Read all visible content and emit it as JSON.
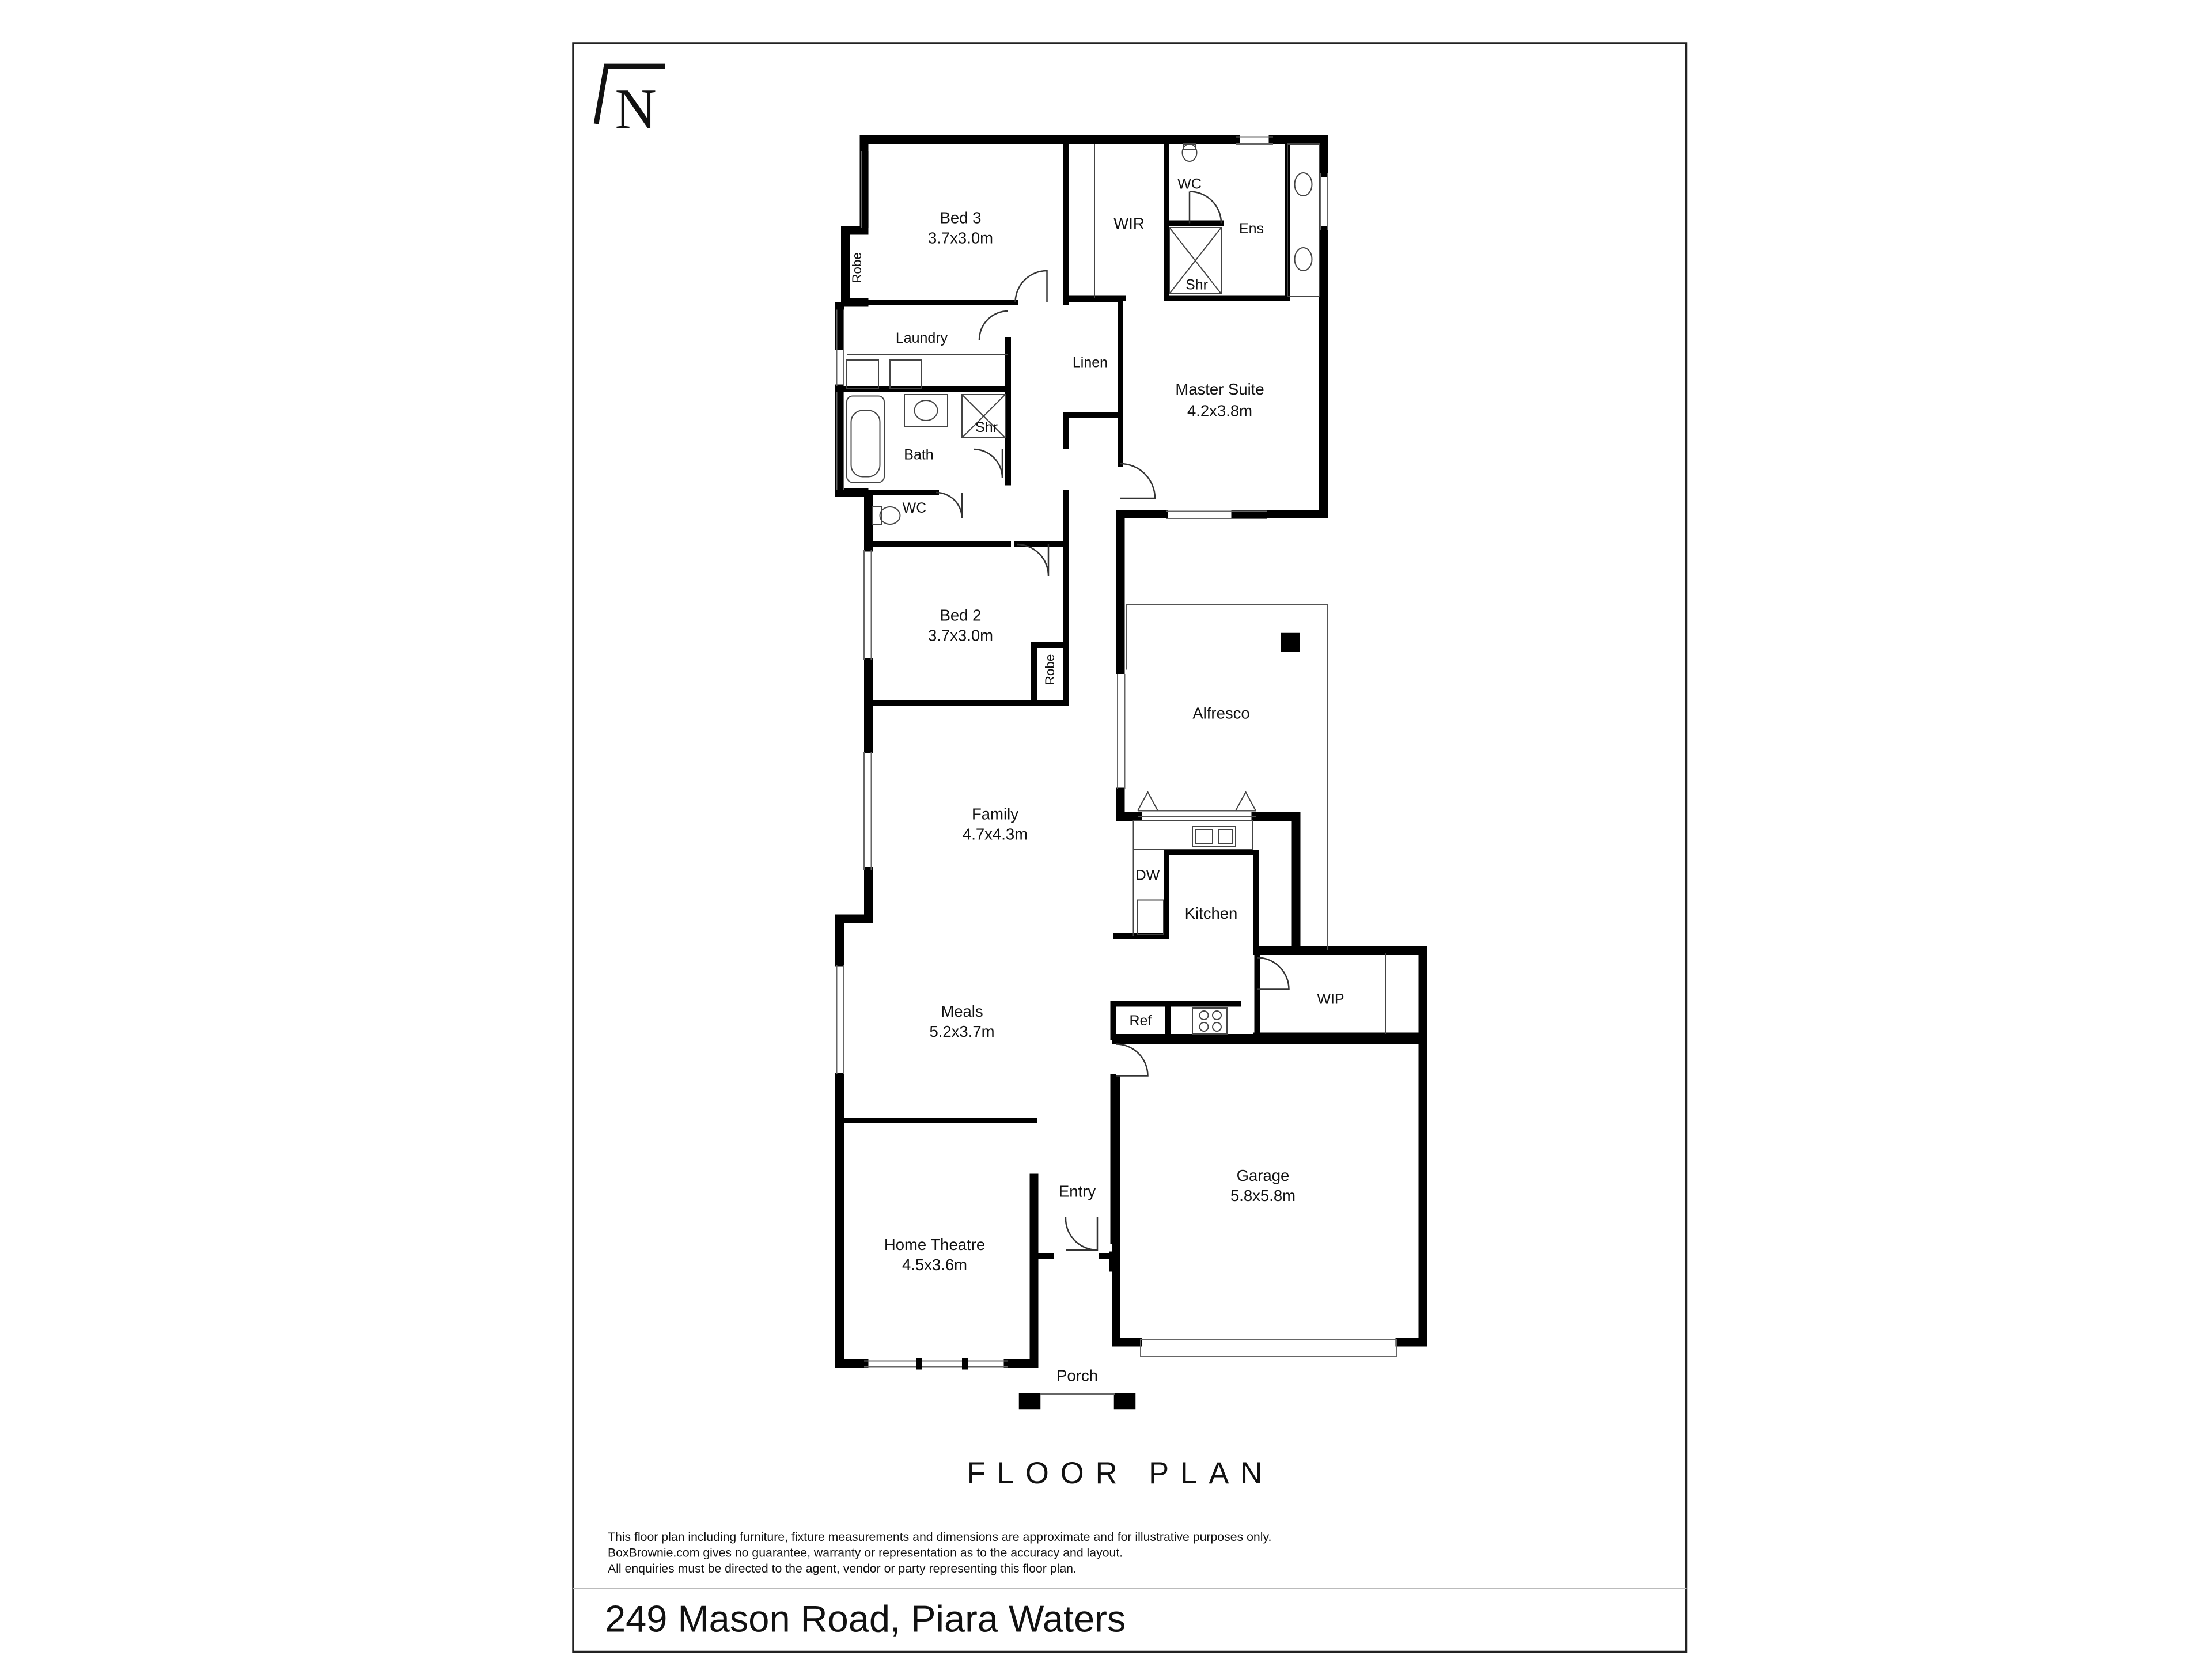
{
  "north_label": "N",
  "rooms": {
    "bed3": {
      "name": "Bed 3",
      "dim": "3.7x3.0m"
    },
    "wir": {
      "name": "WIR"
    },
    "wc_ens": {
      "name": "WC"
    },
    "ens": {
      "name": "Ens"
    },
    "shr_ens": {
      "name": "Shr"
    },
    "robe_bed3": {
      "name": "Robe"
    },
    "laundry": {
      "name": "Laundry"
    },
    "linen": {
      "name": "Linen"
    },
    "master": {
      "name": "Master Suite",
      "dim": "4.2x3.8m"
    },
    "shr_bath": {
      "name": "Shr"
    },
    "bath": {
      "name": "Bath"
    },
    "wc_bath": {
      "name": "WC"
    },
    "bed2": {
      "name": "Bed 2",
      "dim": "3.7x3.0m"
    },
    "robe_bed2": {
      "name": "Robe"
    },
    "alfresco": {
      "name": "Alfresco"
    },
    "family": {
      "name": "Family",
      "dim": "4.7x4.3m"
    },
    "dw": {
      "name": "DW"
    },
    "kitchen": {
      "name": "Kitchen"
    },
    "wip": {
      "name": "WIP"
    },
    "ref": {
      "name": "Ref"
    },
    "meals": {
      "name": "Meals",
      "dim": "5.2x3.7m"
    },
    "garage": {
      "name": "Garage",
      "dim": "5.8x5.8m"
    },
    "entry": {
      "name": "Entry"
    },
    "theatre": {
      "name": "Home Theatre",
      "dim": "4.5x3.6m"
    },
    "porch": {
      "name": "Porch"
    }
  },
  "title": "FLOOR PLAN",
  "disclaimer": [
    "This floor plan including furniture, fixture measurements and dimensions are approximate and for illustrative purposes only.",
    "BoxBrownie.com gives no guarantee, warranty or representation as to the accuracy and layout.",
    "All enquiries must be directed to the agent, vendor or party representing this floor plan."
  ],
  "address": "249 Mason Road, Piara Waters"
}
